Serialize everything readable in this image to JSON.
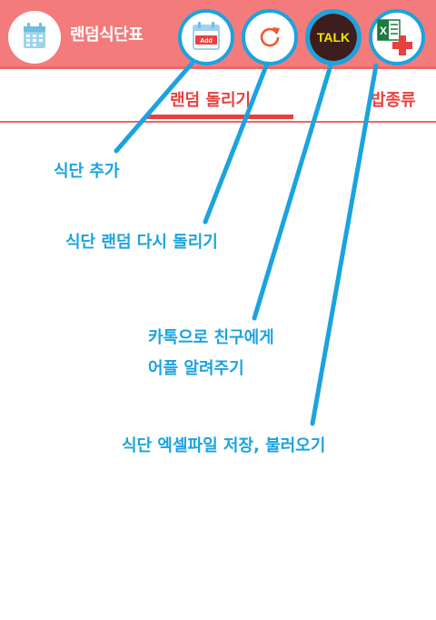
{
  "app": {
    "title": "랜덤식단표"
  },
  "toolbar": {
    "add_icon_text": "Add",
    "talk_icon_text": "TALK",
    "excel_icon_text": "X"
  },
  "tabs": [
    {
      "label": "랜덤 돌리기",
      "selected": true
    },
    {
      "label": "밥종류",
      "selected": false
    }
  ],
  "annotations": {
    "add": "식단 추가",
    "refresh": "식단 랜덤 다시 돌리기",
    "share_line1": "카톡으로 친구에게",
    "share_line2": "어플 알려주기",
    "excel": "식단 엑셀파일 저장, 불러오기"
  },
  "colors": {
    "topbar": "#f37b7c",
    "accent": "#e8403f",
    "annotation": "#1aa3e0",
    "talk_bg": "#3c1e1e",
    "talk_text": "#f7e600",
    "excel_green": "#1d7a3e"
  }
}
